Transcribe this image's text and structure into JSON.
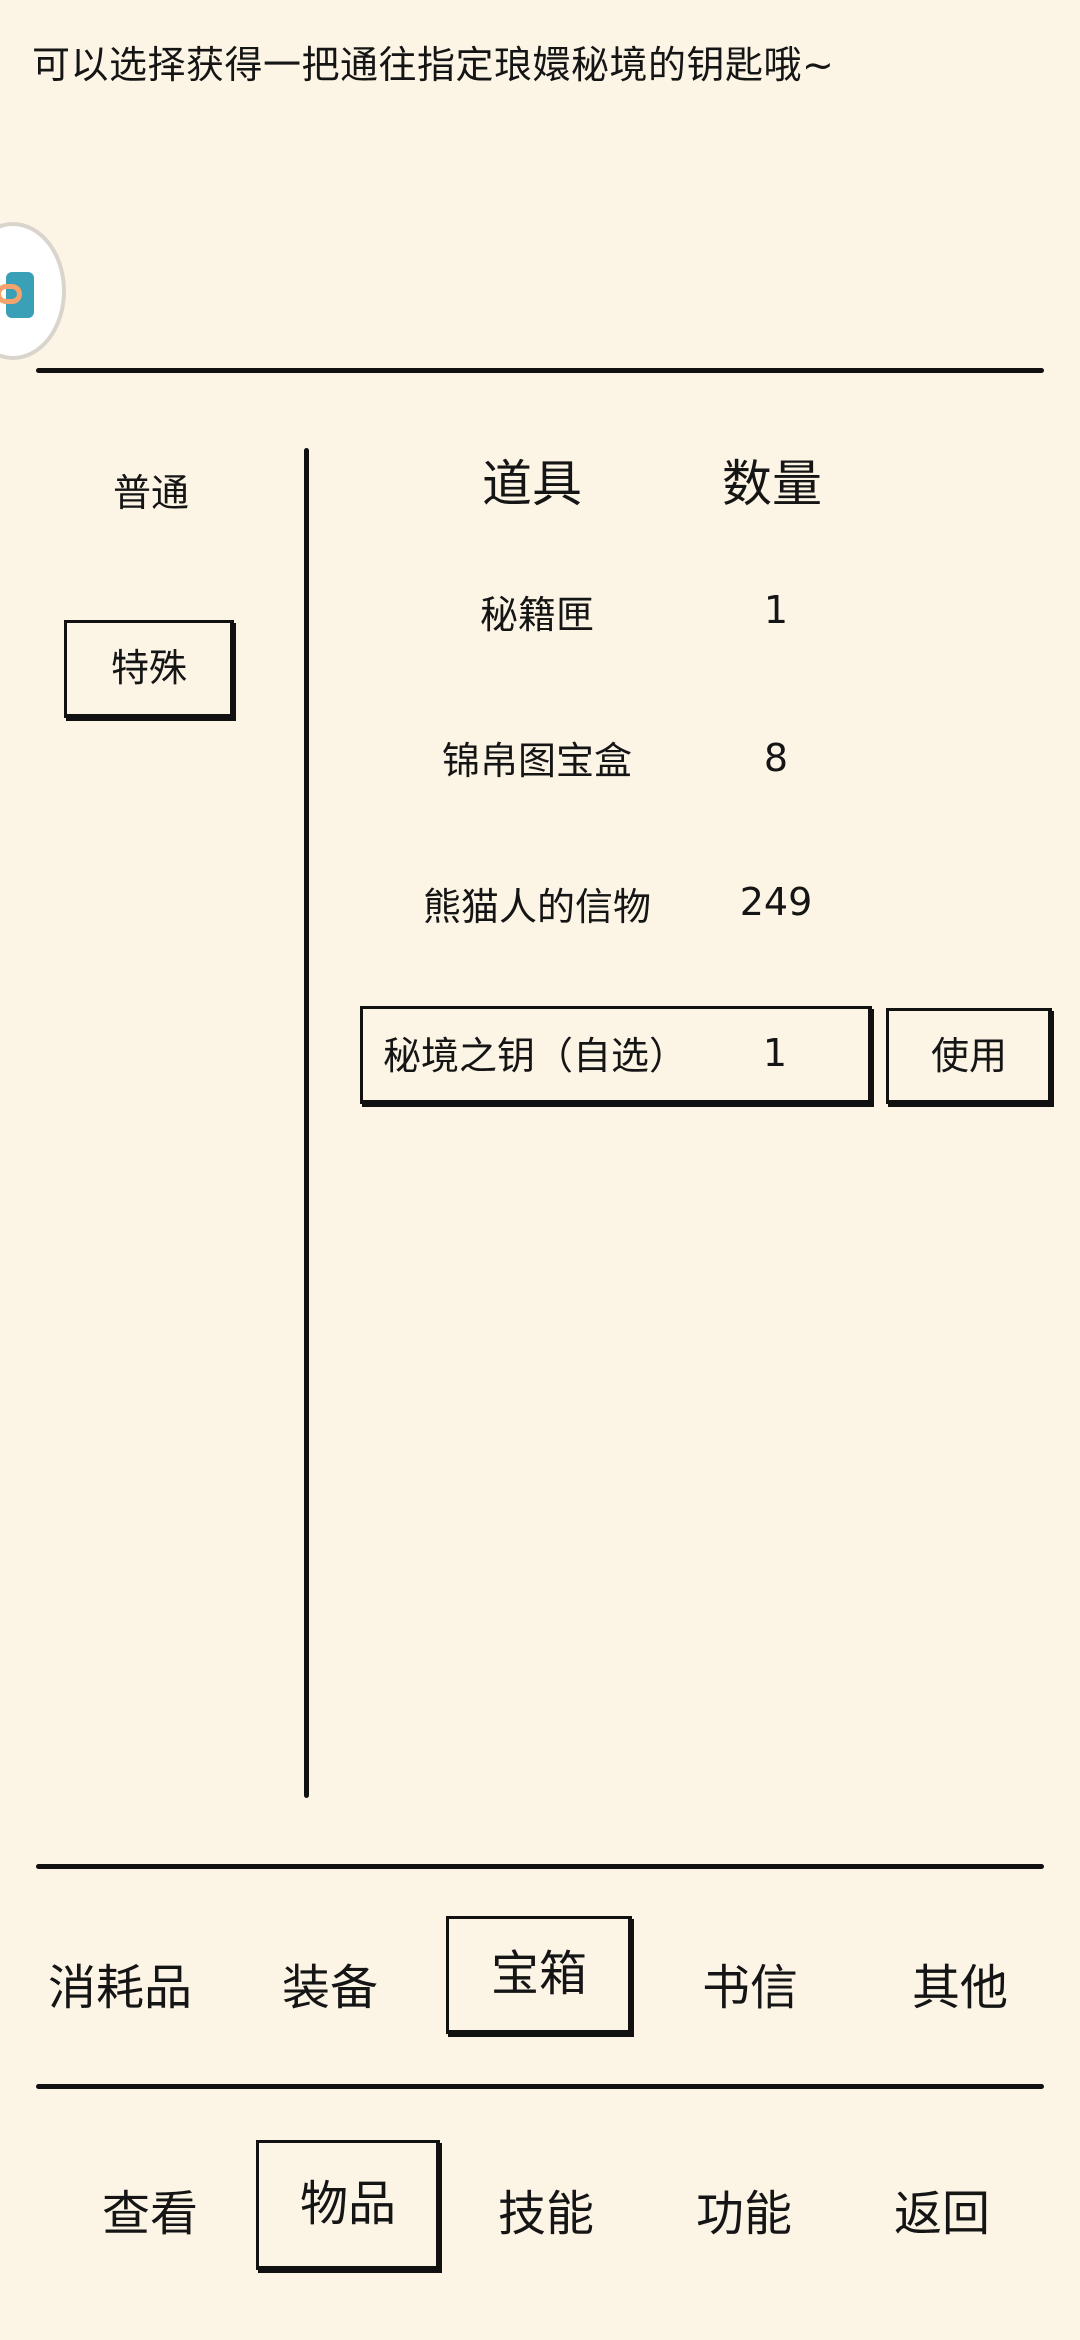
{
  "description": "可以选择获得一把通往指定琅嬛秘境的钥匙哦~",
  "float_button_icon": "app-bubble-icon",
  "categories": {
    "normal": "普通",
    "special": "特殊"
  },
  "table": {
    "headers": {
      "item": "道具",
      "qty": "数量"
    },
    "rows": [
      {
        "name": "秘籍匣",
        "qty": "1"
      },
      {
        "name": "锦帛图宝盒",
        "qty": "8"
      },
      {
        "name": "熊猫人的信物",
        "qty": "249"
      },
      {
        "name": "秘境之钥（自选）",
        "qty": "1"
      }
    ],
    "use_label": "使用"
  },
  "item_tabs": [
    "消耗品",
    "装备",
    "宝箱",
    "书信",
    "其他"
  ],
  "main_tabs": [
    "查看",
    "物品",
    "技能",
    "功能",
    "返回"
  ]
}
